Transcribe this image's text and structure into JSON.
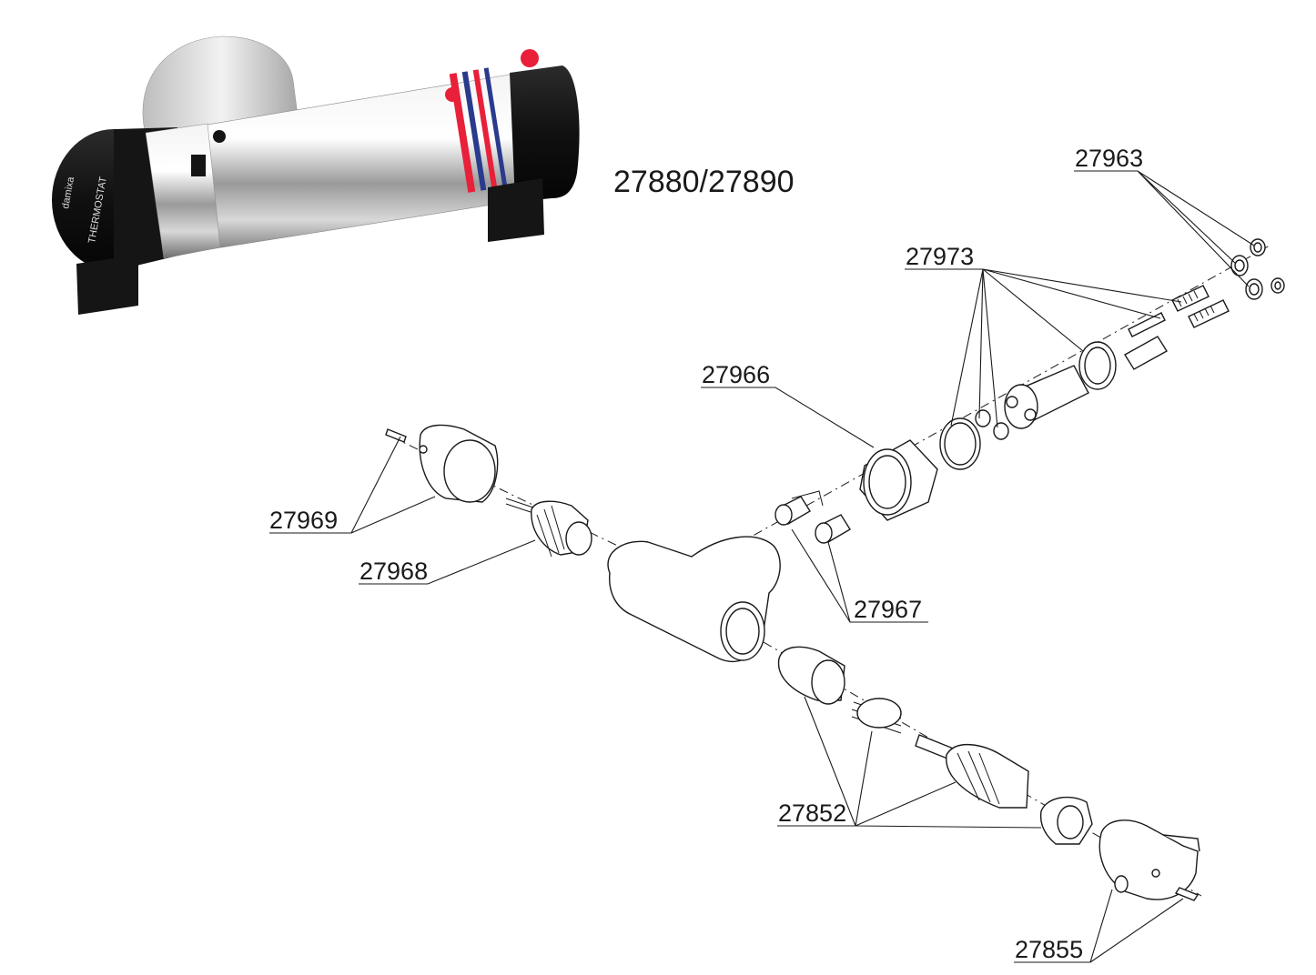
{
  "model_title": "27880/27890",
  "product_photo": {
    "brand_text": "damixa",
    "dial_text": "THERMOSTAT"
  },
  "colors": {
    "chrome": "#c8c8c8",
    "black_part": "#151515",
    "hot_red": "#e8203a",
    "cold_blue": "#2a3a8c",
    "line": "#1a1a1a"
  },
  "parts": [
    {
      "key": "p27963",
      "number": "27963"
    },
    {
      "key": "p27973",
      "number": "27973"
    },
    {
      "key": "p27966",
      "number": "27966"
    },
    {
      "key": "p27969",
      "number": "27969"
    },
    {
      "key": "p27968",
      "number": "27968"
    },
    {
      "key": "p27967",
      "number": "27967"
    },
    {
      "key": "p27852",
      "number": "27852"
    },
    {
      "key": "p27855",
      "number": "27855"
    }
  ]
}
